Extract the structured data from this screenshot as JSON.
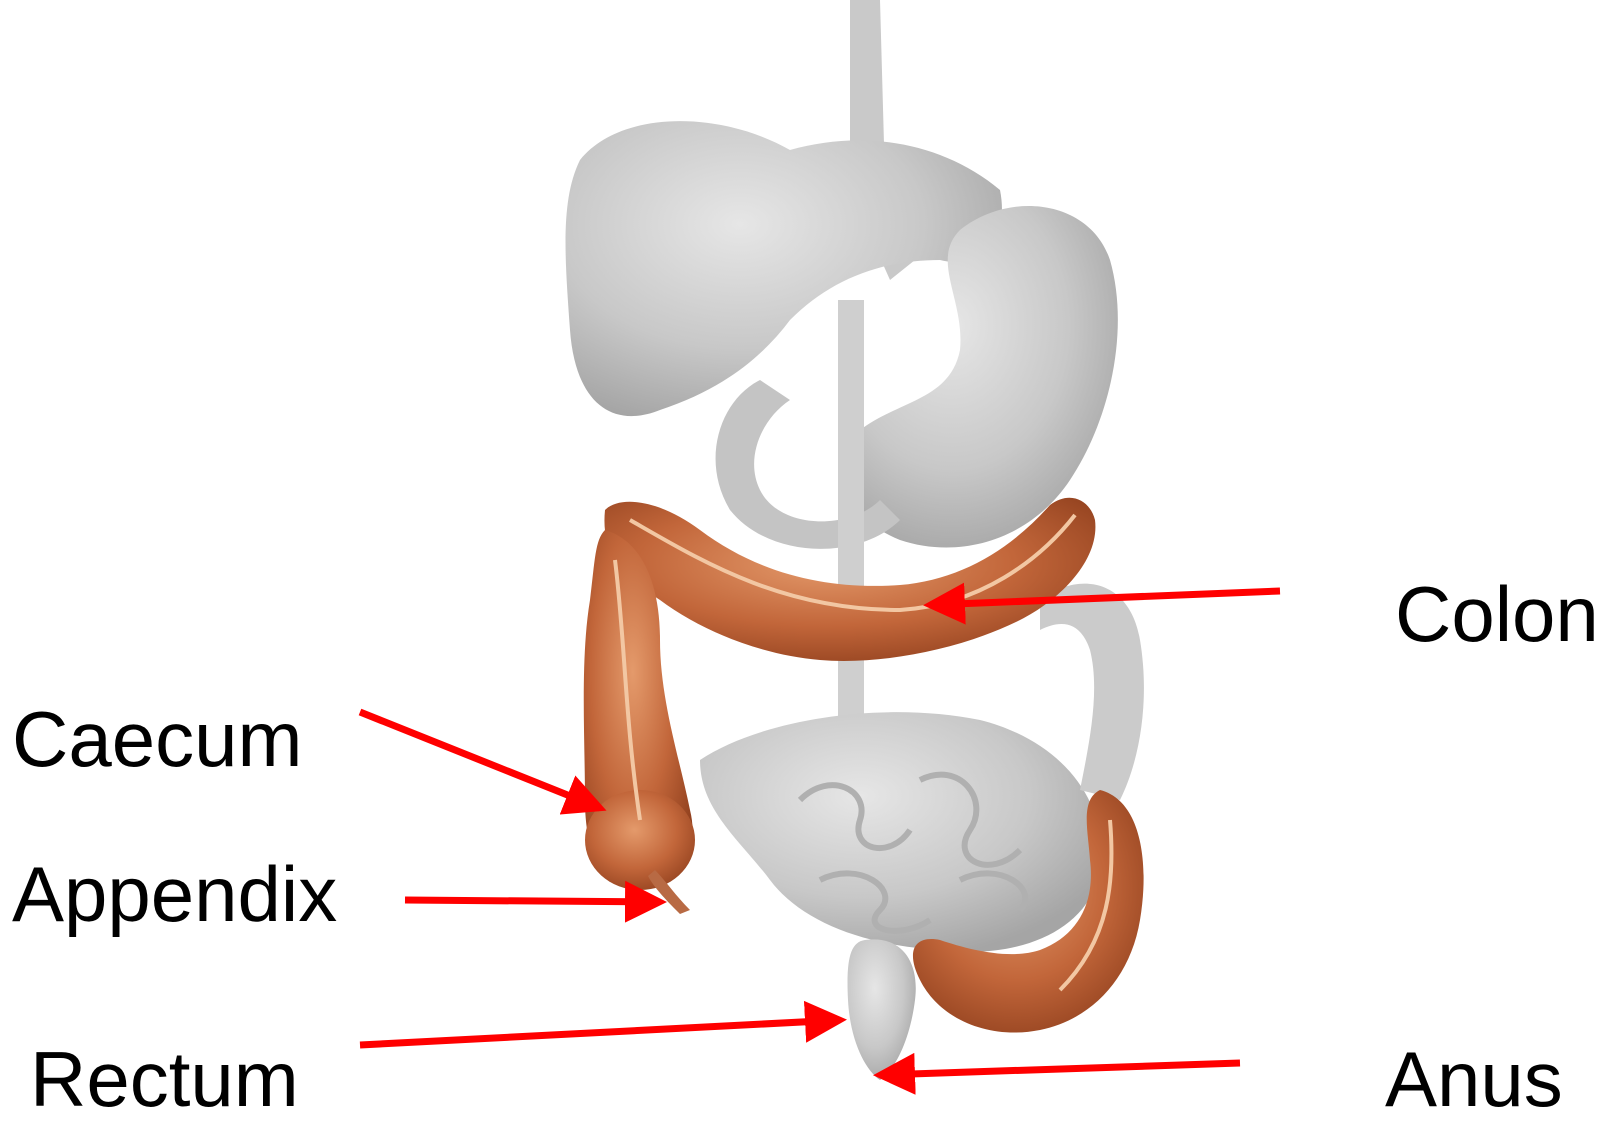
{
  "labels": {
    "colon": "Colon",
    "caecum": "Caecum",
    "appendix": "Appendix",
    "rectum": "Rectum",
    "anus": "Anus"
  },
  "colors": {
    "arrow": "#ff0000",
    "organ_gray": "#c8c8c8",
    "organ_gray_dark": "#a9a9a9",
    "colon_orange": "#c2663a",
    "colon_dark": "#8e3e1c",
    "text": "#000000",
    "background": "#ffffff"
  }
}
